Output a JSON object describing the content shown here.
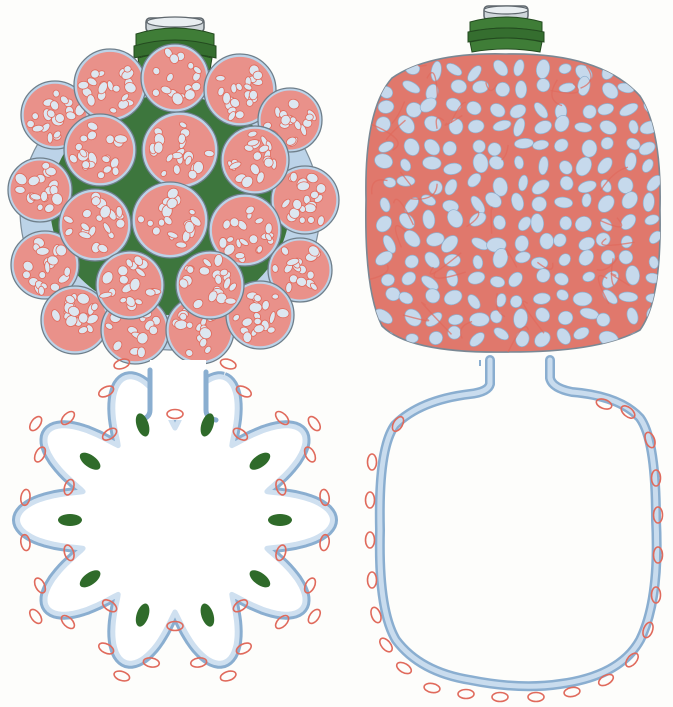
{
  "figure": {
    "panels": [
      {
        "name": "panel-top-left",
        "view": "exterior",
        "form": "lobed"
      },
      {
        "name": "panel-top-right",
        "view": "exterior",
        "form": "smooth"
      },
      {
        "name": "panel-bottom-left",
        "view": "section",
        "form": "lobed"
      },
      {
        "name": "panel-bottom-right",
        "view": "section",
        "form": "smooth"
      }
    ],
    "colors": {
      "capillary_red": "#e06a5c",
      "capillary_fill": "#e9918a",
      "epithelium_blue": "#bcd3e8",
      "epithelium_edge": "#8aaed0",
      "smooth_muscle_green": "#2f6b2a",
      "duct_grey": "#9aa3aa"
    }
  }
}
